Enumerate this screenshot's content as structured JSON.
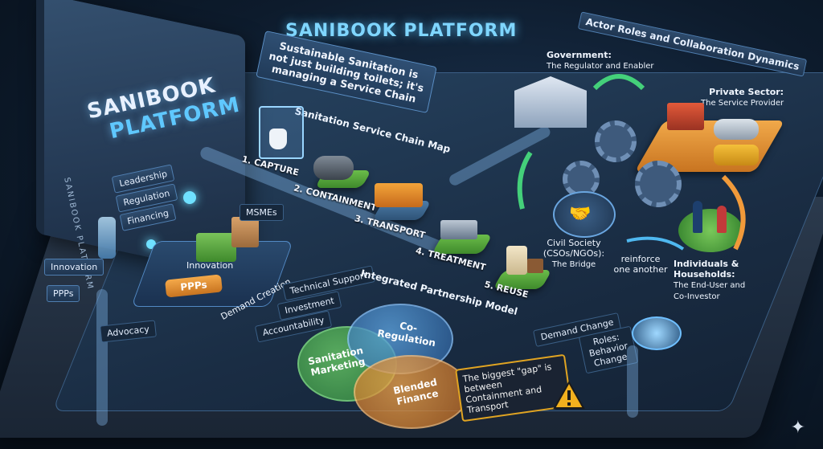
{
  "title": "SANIBOOK PLATFORM",
  "cover": {
    "line1": "SANIBOOK",
    "line2": "PLATFORM",
    "spine": "SANIBOOK PLATFORM"
  },
  "banner": "Sustainable Sanitation is not just building toilets; it's managing a Service Chain",
  "chain_map_label": "Sanitation Service Chain Map",
  "steps": [
    "1. CAPTURE",
    "2. CONTAINMENT",
    "3. TRANSPORT",
    "4. TREATMENT",
    "5. REUSE"
  ],
  "left_tags": [
    "Leadership",
    "Regulation",
    "Financing",
    "Innovation",
    "PPPs",
    "Advocacy"
  ],
  "hub": {
    "top": "Innovation",
    "pill": "PPPs",
    "msme": "MSMEs",
    "demand": "Demand Creation"
  },
  "support_tags": [
    "Technical Support",
    "Investment",
    "Accountability"
  ],
  "model_label": "Integrated Partnership Model",
  "venn": {
    "a": "Sanitation Marketing",
    "b": "Co-Regulation",
    "c": "Blended Finance"
  },
  "callout": "The biggest \"gap\" is between Containment and Transport",
  "actors": {
    "heading": "Actor Roles and Collaboration Dynamics",
    "government": {
      "name": "Government:",
      "role": "The Regulator and Enabler"
    },
    "private": {
      "name": "Private Sector:",
      "role": "The Service Provider"
    },
    "civil": {
      "name": "Civil Society (CSOs/NGOs):",
      "role": "The Bridge"
    },
    "reinforce": "reinforce one another",
    "households": {
      "name": "Individuals & Households:",
      "role": "The End-User and Co-Investor"
    }
  },
  "roles_tags": {
    "demand_change": "Demand Change",
    "roles": "Roles: Behavior Change"
  },
  "colors": {
    "accent": "#7fd6ff",
    "green": "#3f8a2c",
    "orange": "#e0a422"
  }
}
